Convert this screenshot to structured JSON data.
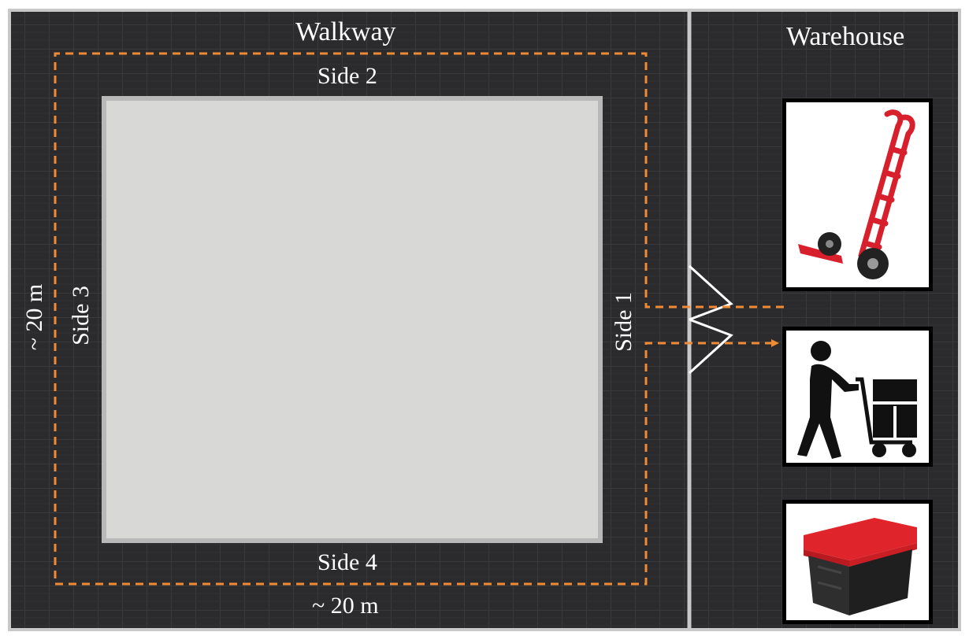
{
  "labels": {
    "walkway": "Walkway",
    "warehouse": "Warehouse",
    "side1": "Side 1",
    "side2": "Side 2",
    "side3": "Side 3",
    "side4": "Side 4",
    "dim_bottom": "~ 20 m",
    "dim_left": "~ 20 m"
  },
  "icons": {
    "card1": "hand-truck-icon",
    "card2": "person-pushing-cart-icon",
    "card3": "storage-crate-icon"
  },
  "colors": {
    "floor": "#2b2b2d",
    "grid_line": "#3a3a3c",
    "wall": "#c8c8c8",
    "building_fill": "#d8d8d6",
    "route": "#f08a35",
    "hand_truck": "#d8202c",
    "crate_lid": "#e0242b",
    "crate_body": "#2a2a2a"
  }
}
